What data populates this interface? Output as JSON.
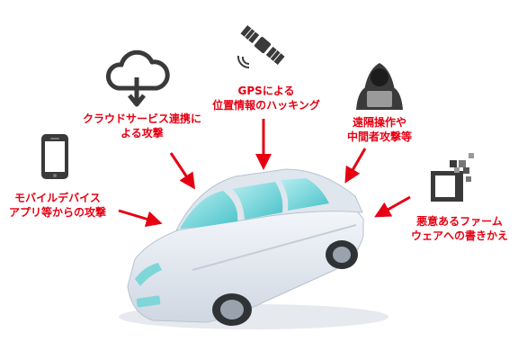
{
  "threats": {
    "gps": {
      "lines": [
        "GPSによる",
        "位置情報のハッキング"
      ],
      "icon": "satellite-icon"
    },
    "cloud": {
      "lines": [
        "クラウドサービス連携に",
        "よる攻撃"
      ],
      "icon": "cloud-upload-icon"
    },
    "remote": {
      "lines": [
        "遠隔操作や",
        "中間者攻撃等"
      ],
      "icon": "hacker-icon"
    },
    "mobile": {
      "lines": [
        "モバイルデバイス",
        "アプリ等からの攻撃"
      ],
      "icon": "smartphone-icon"
    },
    "firmware": {
      "lines": [
        "悪意あるファーム",
        "ウェアへの書きかえ"
      ],
      "icon": "qr-code-icon"
    }
  },
  "colors": {
    "accent": "#e60012",
    "icon": "#3a3a3a",
    "car_body": "#e8eef5",
    "glass": "#7fd6d9"
  }
}
